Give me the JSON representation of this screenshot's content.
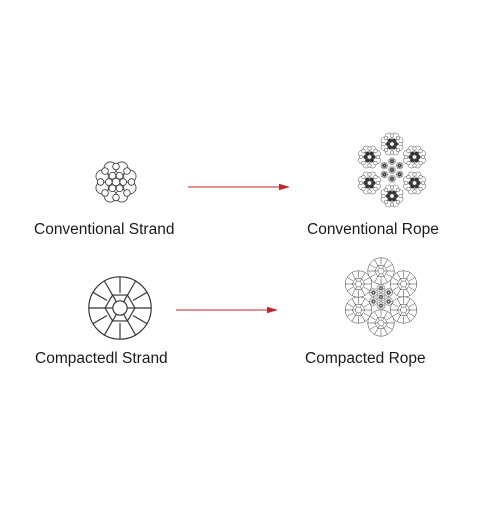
{
  "labels": {
    "conventional_strand": "Conventional Strand",
    "conventional_rope": "Conventional Rope",
    "compacted_strand": "Compactedl Strand",
    "compacted_rope": "Compacted Rope"
  },
  "colors": {
    "arrow": "#c0262d",
    "line": "#333333",
    "dark_fill": "#333333",
    "light_fill": "#ffffff"
  }
}
